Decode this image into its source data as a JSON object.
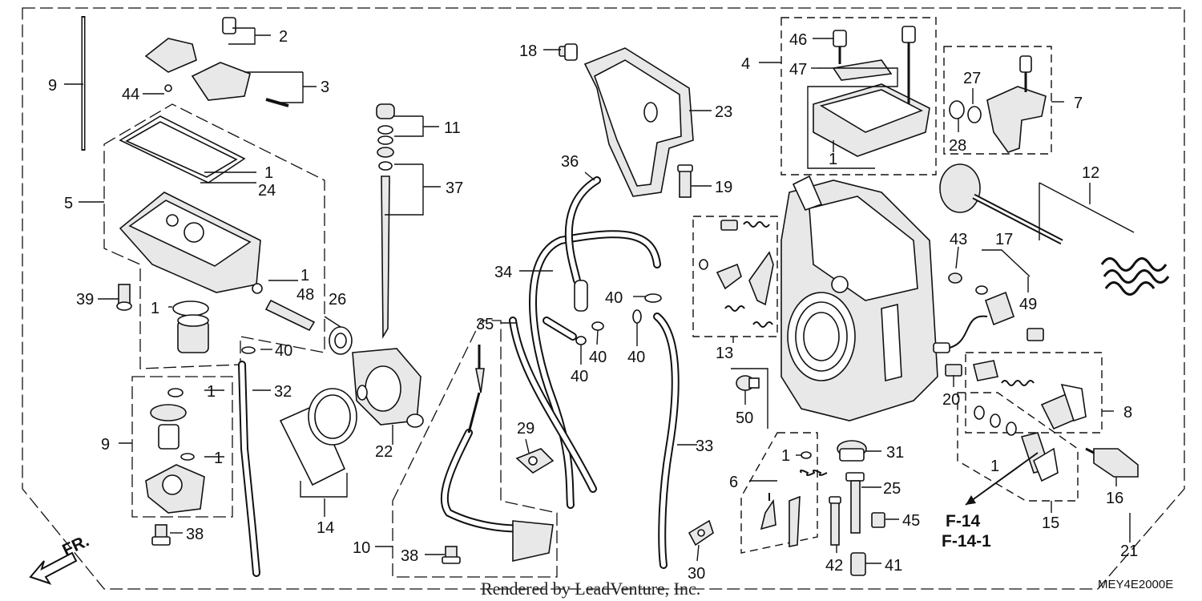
{
  "diagram": {
    "labels": [
      "1",
      "2",
      "3",
      "4",
      "5",
      "6",
      "7",
      "8",
      "9",
      "10",
      "11",
      "12",
      "13",
      "14",
      "15",
      "16",
      "17",
      "18",
      "19",
      "20",
      "21",
      "22",
      "23",
      "24",
      "25",
      "26",
      "27",
      "28",
      "29",
      "30",
      "31",
      "32",
      "33",
      "34",
      "35",
      "36",
      "37",
      "38",
      "39",
      "40",
      "41",
      "42",
      "43",
      "44",
      "45",
      "46",
      "47",
      "48",
      "49",
      "50"
    ],
    "refs": [
      "F-14",
      "F-14-1"
    ],
    "direction": "FR.",
    "diagram_code": "MEY4E2000E",
    "credit": "Rendered by LeadVenture, Inc."
  }
}
